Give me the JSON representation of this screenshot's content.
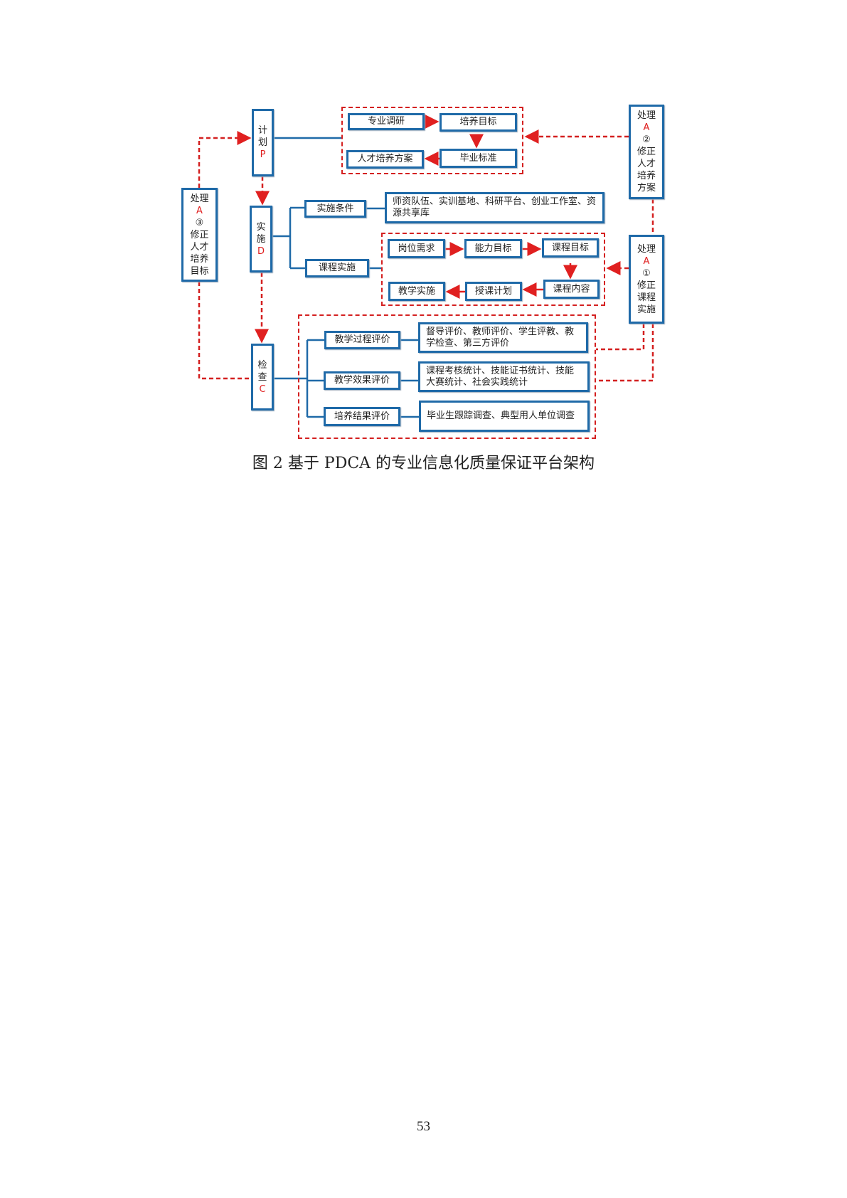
{
  "plan": {
    "l1": "计",
    "l2": "划",
    "letter": "P"
  },
  "do": {
    "l1": "实",
    "l2": "施",
    "letter": "D"
  },
  "check": {
    "l1": "检",
    "l2": "查",
    "letter": "C"
  },
  "act2": {
    "l1": "处理",
    "letter": "A",
    "num": "②",
    "l3": "修正",
    "l4": "人才",
    "l5": "培养",
    "l6": "方案"
  },
  "act1": {
    "l1": "处理",
    "letter": "A",
    "num": "①",
    "l3": "修正",
    "l4": "课程",
    "l5": "实施"
  },
  "act3": {
    "l1": "处理",
    "letter": "A",
    "num": "③",
    "l3": "修正",
    "l4": "人才",
    "l5": "培养",
    "l6": "目标"
  },
  "plan_group": [
    "专业调研",
    "培养目标",
    "毕业标准",
    "人才培养方案"
  ],
  "do_items": {
    "conditions": "实施条件",
    "conditions_detail": "师资队伍、实训基地、科研平台、创业工作室、资源共享库",
    "course": "课程实施"
  },
  "course_group": [
    "岗位需求",
    "能力目标",
    "课程目标",
    "课程内容",
    "授课计划",
    "教学实施"
  ],
  "check_items": [
    {
      "label": "教学过程评价",
      "detail": "督导评价、教师评价、学生评教、教学检查、第三方评价"
    },
    {
      "label": "教学效果评价",
      "detail": "课程考核统计、技能证书统计、技能大赛统计、社会实践统计"
    },
    {
      "label": "培养结果评价",
      "detail": "毕业生跟踪调查、典型用人单位调查"
    }
  ],
  "caption": "图 2  基于 PDCA 的专业信息化质量保证平台架构",
  "page_number": "53"
}
